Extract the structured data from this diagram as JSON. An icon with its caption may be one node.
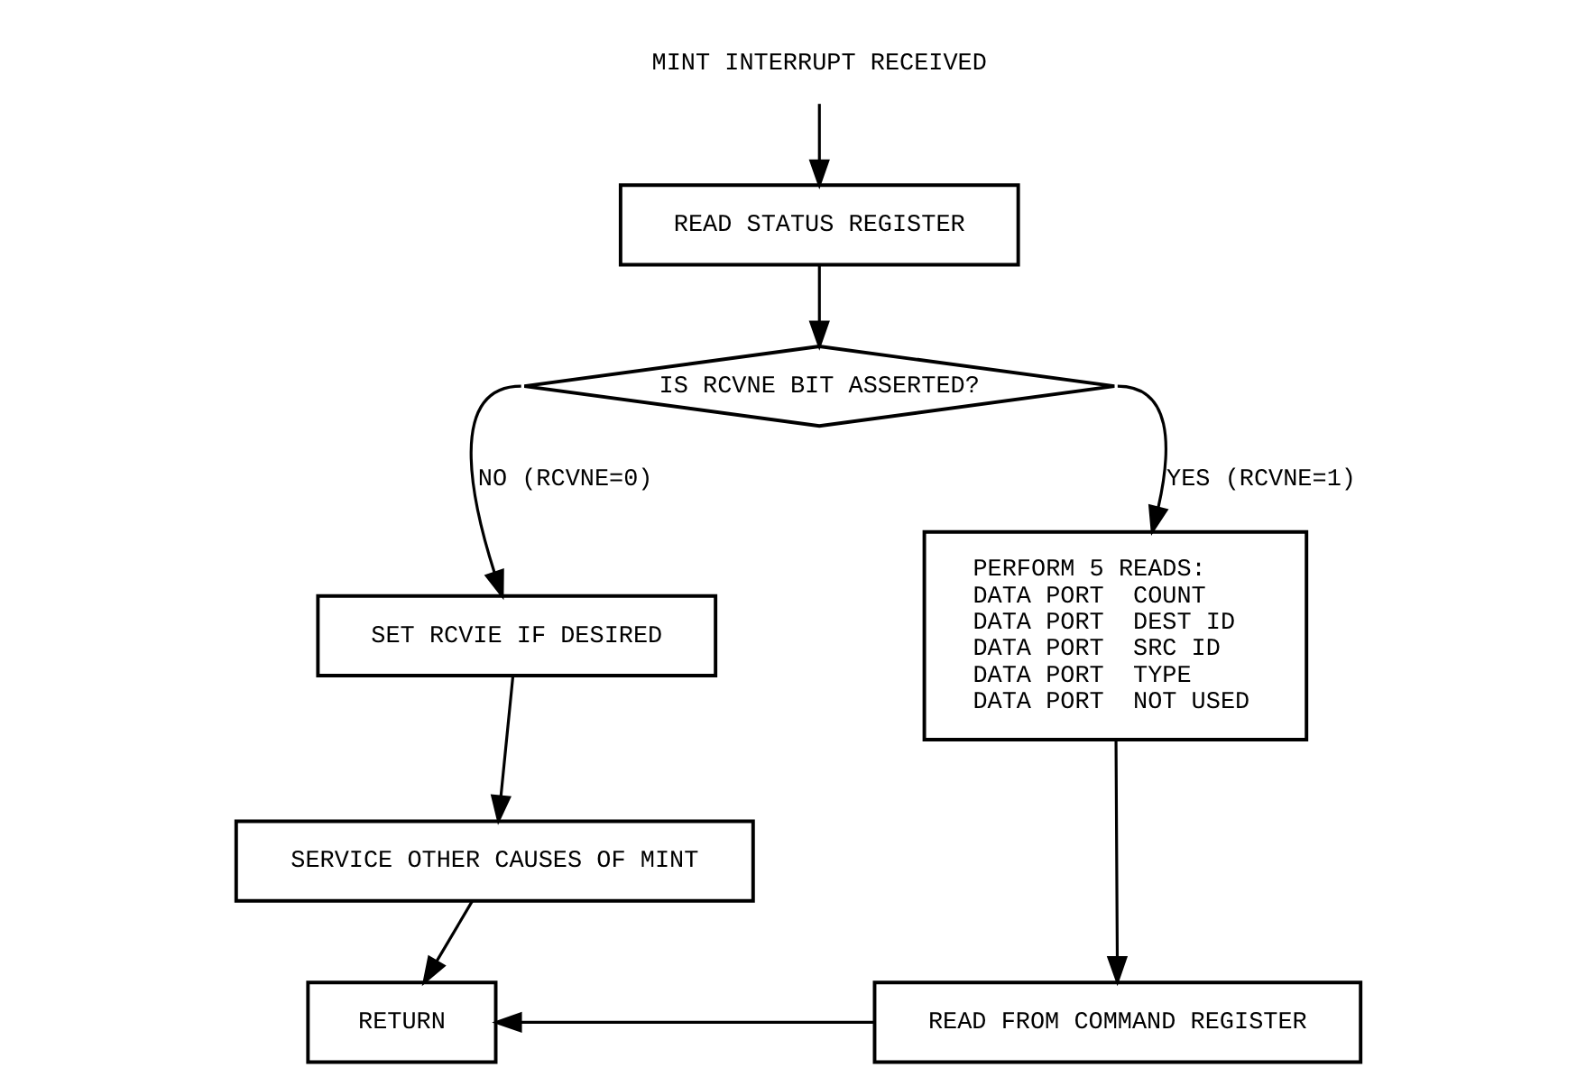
{
  "diagram": {
    "nodes": [
      {
        "text": [
          "MINT INTERRUPT RECEIVED"
        ]
      },
      {
        "text": [
          "READ STATUS REGISTER"
        ]
      },
      {
        "text": [
          "IS RCVNE BIT ASSERTED?"
        ]
      },
      {
        "text": [
          "SET RCVIE IF DESIRED"
        ]
      },
      {
        "text": [
          "SERVICE OTHER CAUSES OF MINT"
        ]
      },
      {
        "text": [
          "RETURN"
        ]
      },
      {
        "text": [
          "PERFORM 5 READS:",
          "DATA PORT  COUNT",
          "DATA PORT  DEST ID",
          "DATA PORT  SRC ID",
          "DATA PORT  TYPE",
          "DATA PORT  NOT USED"
        ]
      },
      {
        "text": [
          "READ FROM COMMAND REGISTER"
        ]
      }
    ],
    "edges": [
      {
        "from": 0,
        "to": 1,
        "arrow": "to"
      },
      {
        "from": 1,
        "to": 2,
        "arrow": "to"
      },
      {
        "from": 2,
        "to": 3,
        "arrow": "to",
        "label": "NO (RCVNE=0)"
      },
      {
        "from": 2,
        "to": 6,
        "arrow": "to",
        "label": "YES (RCVNE=1)"
      },
      {
        "from": 3,
        "to": 4,
        "arrow": "to"
      },
      {
        "from": 4,
        "to": 5,
        "arrow": "to"
      },
      {
        "from": 6,
        "to": 7,
        "arrow": "to"
      },
      {
        "from": 7,
        "to": 5,
        "arrow": "to"
      }
    ]
  }
}
